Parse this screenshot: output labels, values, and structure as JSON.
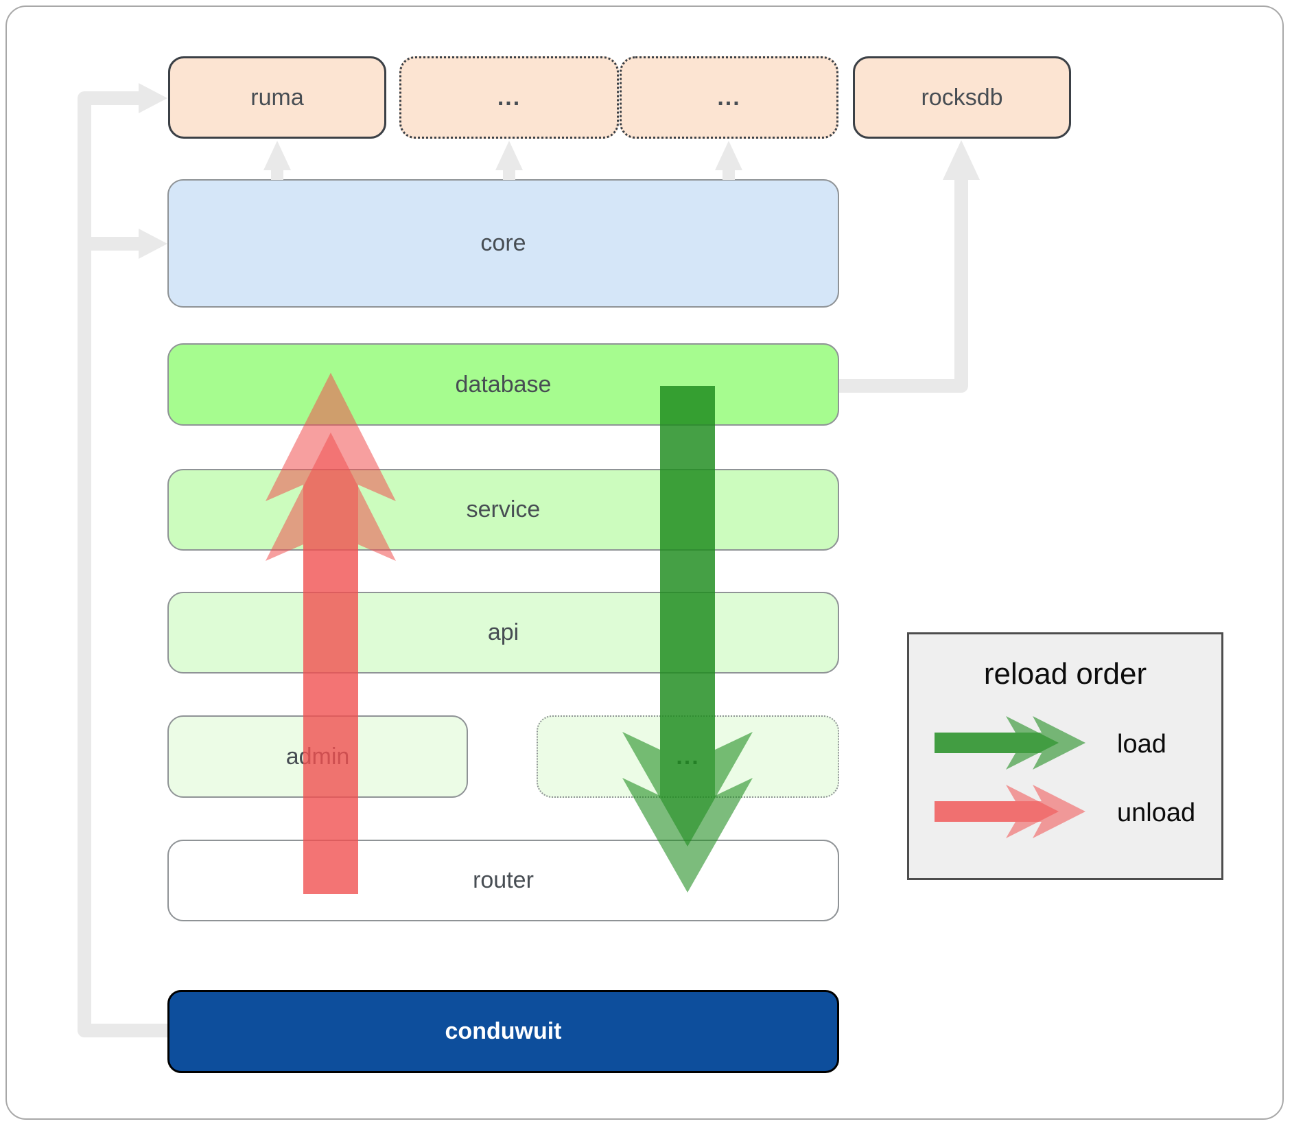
{
  "diagram": {
    "top_row": [
      {
        "label": "ruma",
        "style": "solid"
      },
      {
        "label": "...",
        "style": "dotted"
      },
      {
        "label": "...",
        "style": "dotted"
      },
      {
        "label": "rocksdb",
        "style": "solid"
      }
    ],
    "layers": [
      {
        "label": "core"
      },
      {
        "label": "database"
      },
      {
        "label": "service"
      },
      {
        "label": "api"
      },
      {
        "label": "router"
      },
      {
        "label": "conduwuit"
      }
    ],
    "admin_row": [
      {
        "label": "admin",
        "style": "solid"
      },
      {
        "label": "...",
        "style": "dotted"
      }
    ]
  },
  "legend": {
    "title": "reload order",
    "items": [
      {
        "label": "load",
        "arrow": "green-load-arrow"
      },
      {
        "label": "unload",
        "arrow": "red-unload-arrow"
      }
    ]
  },
  "colors": {
    "peach": "#fce4d2",
    "core_blue": "#d5e6f8",
    "db_green": "#a6fc8f",
    "service_green": "#ccfcbe",
    "api_green": "#defcd6",
    "admin_green": "#ecfce6",
    "router_white": "#ffffff",
    "conduwuit_blue": "#0d4e9c",
    "connector_gray": "#e9e9e9",
    "arrow_red": "#f15050",
    "arrow_green": "#1d8b1d",
    "label_dark": "#474d53",
    "legend_bg": "#efefef"
  }
}
